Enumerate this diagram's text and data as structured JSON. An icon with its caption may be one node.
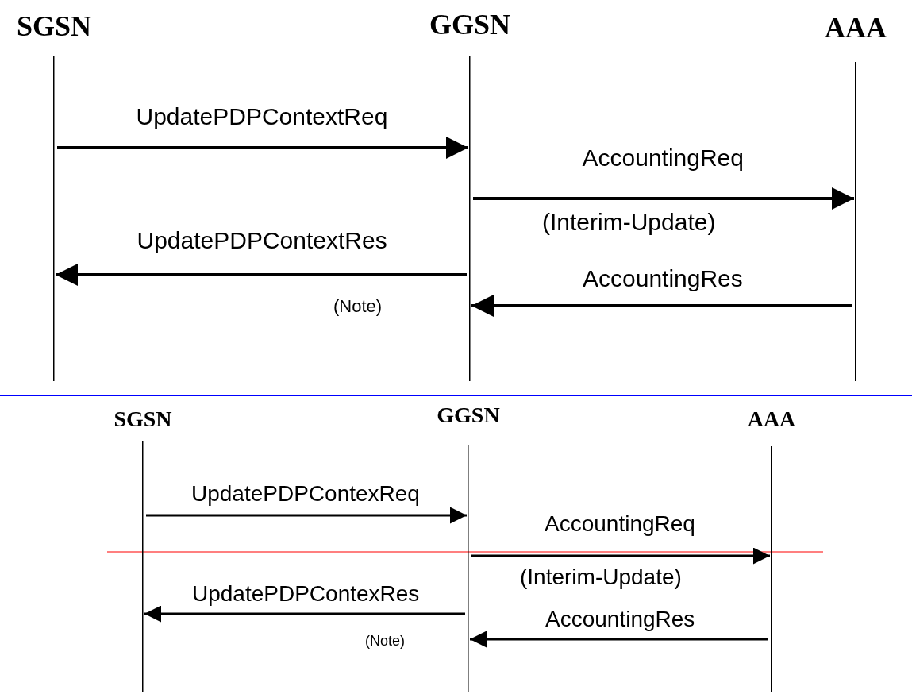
{
  "diagram": {
    "nodes": [
      {
        "text": [
          "SGSN"
        ]
      },
      {
        "text": [
          "GGSN"
        ]
      },
      {
        "text": [
          "AAA"
        ]
      },
      {
        "text": [
          "SGSN"
        ]
      },
      {
        "text": [
          "GGSN"
        ]
      },
      {
        "text": [
          "AAA"
        ]
      }
    ],
    "edges": [
      {
        "from": 0,
        "to": 1,
        "arrow": "to",
        "label": "UpdatePDPContextReq"
      },
      {
        "from": 1,
        "to": 2,
        "arrow": "to",
        "label": "AccountingReq"
      },
      {
        "from": 1,
        "to": 0,
        "arrow": "to",
        "label": "UpdatePDPContextRes"
      },
      {
        "from": 2,
        "to": 1,
        "arrow": "to",
        "label": "AccountingRes"
      },
      {
        "from": 3,
        "to": 4,
        "arrow": "to",
        "label": "UpdatePDPContexReq"
      },
      {
        "from": 4,
        "to": 5,
        "arrow": "to",
        "label": "AccountingReq"
      },
      {
        "from": 4,
        "to": 3,
        "arrow": "to",
        "label": "UpdatePDPContexRes"
      },
      {
        "from": 5,
        "to": 4,
        "arrow": "to",
        "label": "AccountingRes"
      }
    ],
    "labels": [
      "(Interim-Update)",
      "(Note)",
      "(Interim-Update)",
      "(Note)"
    ]
  }
}
